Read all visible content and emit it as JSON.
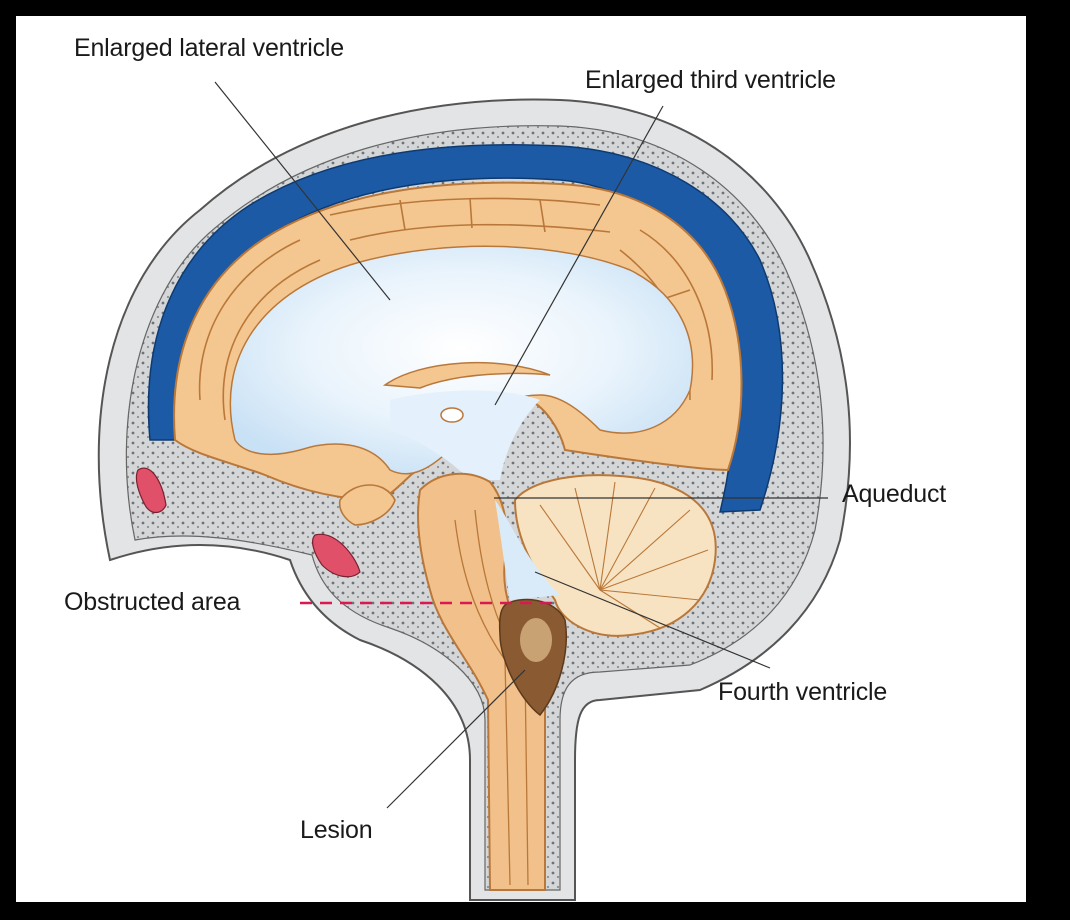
{
  "labels": {
    "lateral_ventricle": "Enlarged lateral ventricle",
    "third_ventricle": "Enlarged third ventricle",
    "aqueduct": "Aqueduct",
    "obstructed_area": "Obstructed area",
    "fourth_ventricle": "Fourth ventricle",
    "lesion": "Lesion"
  },
  "colors": {
    "background": "#000000",
    "panel": "#ffffff",
    "skull": "#d6d8da",
    "csf_space": "#1c5aa6",
    "brain": "#f4c690",
    "brain_outline": "#b9783a",
    "ventricle": "#d7e9f8",
    "lesion": "#8a5a32",
    "sinus": "#e05068",
    "obstruction_line": "#d81a50"
  }
}
